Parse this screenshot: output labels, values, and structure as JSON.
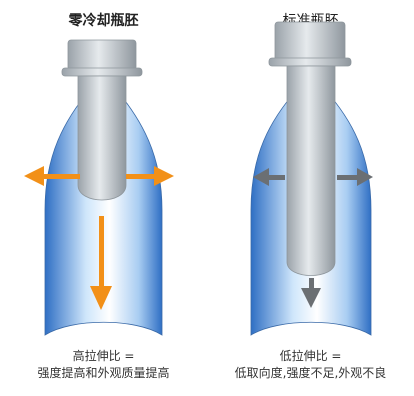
{
  "panels": {
    "left": {
      "title": "零冷却瓶胚",
      "caption_line1": "高拉伸比 =",
      "caption_line2": "强度提高和外观质量提高"
    },
    "right": {
      "title": "标准瓶胚",
      "caption_line1": "低拉伸比 =",
      "caption_line2": "低取向度,强度不足,外观不良"
    }
  },
  "colors": {
    "bottle_gradient_light": "#f5fbff",
    "bottle_gradient_dark": "#3a78c8",
    "preform_gray": "#bfc5ca",
    "arrow_orange": "#f29018",
    "arrow_gray": "#6b6f73"
  },
  "icons": [
    "bottle-silhouette",
    "preform-tube",
    "stretch-arrows"
  ]
}
